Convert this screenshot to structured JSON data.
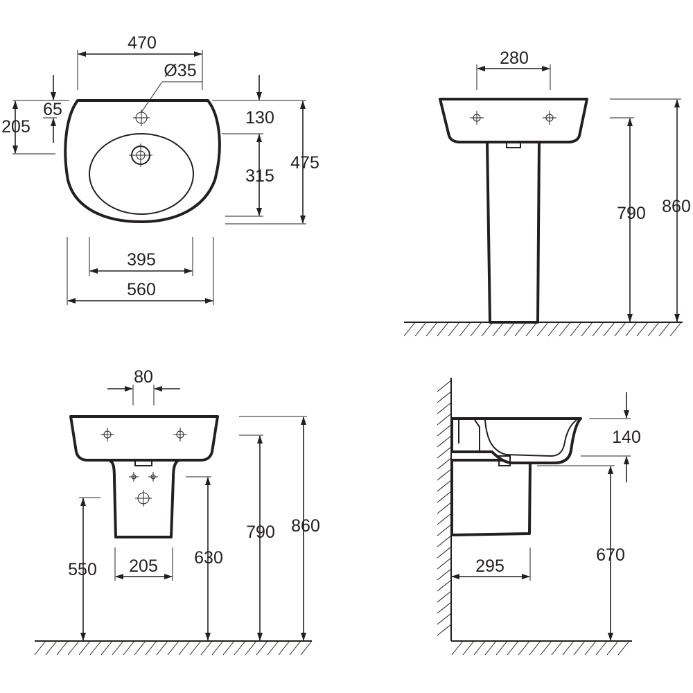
{
  "top_view": {
    "width_top": "470",
    "tap_hole_diameter": "Ø35",
    "back_to_tap": "65",
    "back_to_bowl": "205",
    "rim_to_bowl_top": "130",
    "bowl_depth": "315",
    "overall_depth": "475",
    "bowl_width": "395",
    "overall_width": "560"
  },
  "pedestal_view": {
    "tap_spacing": "280",
    "bowl_height": "790",
    "rim_height": "860"
  },
  "semi_pedestal_front": {
    "tap_spacing": "80",
    "waste_height": "550",
    "pedestal_width": "205",
    "pedestal_bottom_height": "630",
    "bowl_height": "790",
    "rim_height": "860"
  },
  "semi_pedestal_side": {
    "basin_depth": "140",
    "pedestal_projection": "295",
    "pedestal_bottom_height": "670"
  }
}
